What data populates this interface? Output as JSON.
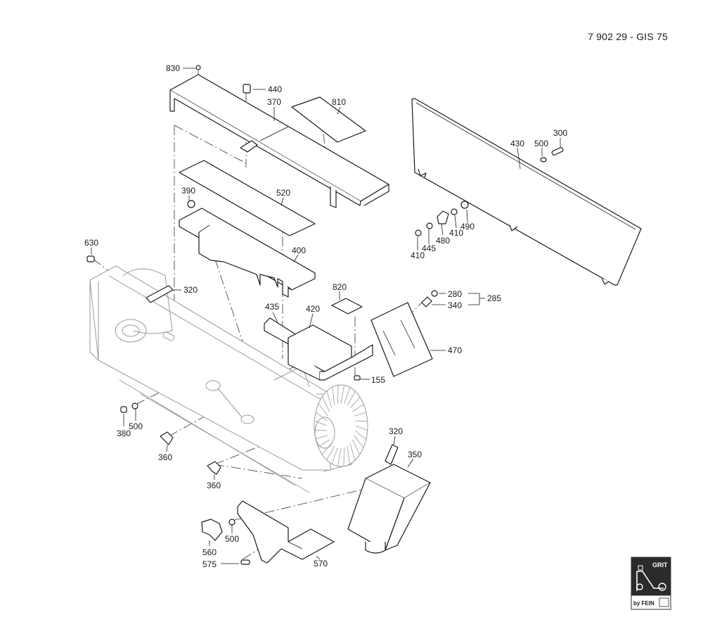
{
  "header": {
    "doc_id": "7 902 29 - GIS 75"
  },
  "labels": {
    "p830": "830",
    "p440": "440",
    "p370": "370",
    "p810": "810",
    "p300": "300",
    "p500a": "500",
    "p430": "430",
    "p390": "390",
    "p520": "520",
    "p490": "490",
    "p410a": "410",
    "p480": "480",
    "p445": "445",
    "p410b": "410",
    "p630": "630",
    "p400": "400",
    "p320a": "320",
    "p820": "820",
    "p280": "280",
    "p340": "340",
    "p285": "285",
    "p435": "435",
    "p420": "420",
    "p470": "470",
    "p155": "155",
    "p380": "380",
    "p500b": "500",
    "p360a": "360",
    "p360b": "360",
    "p320b": "320",
    "p350": "350",
    "p560": "560",
    "p500c": "500",
    "p575": "575",
    "p570": "570"
  },
  "logo": {
    "brand": "GRIT",
    "sub": "by FEIN"
  }
}
